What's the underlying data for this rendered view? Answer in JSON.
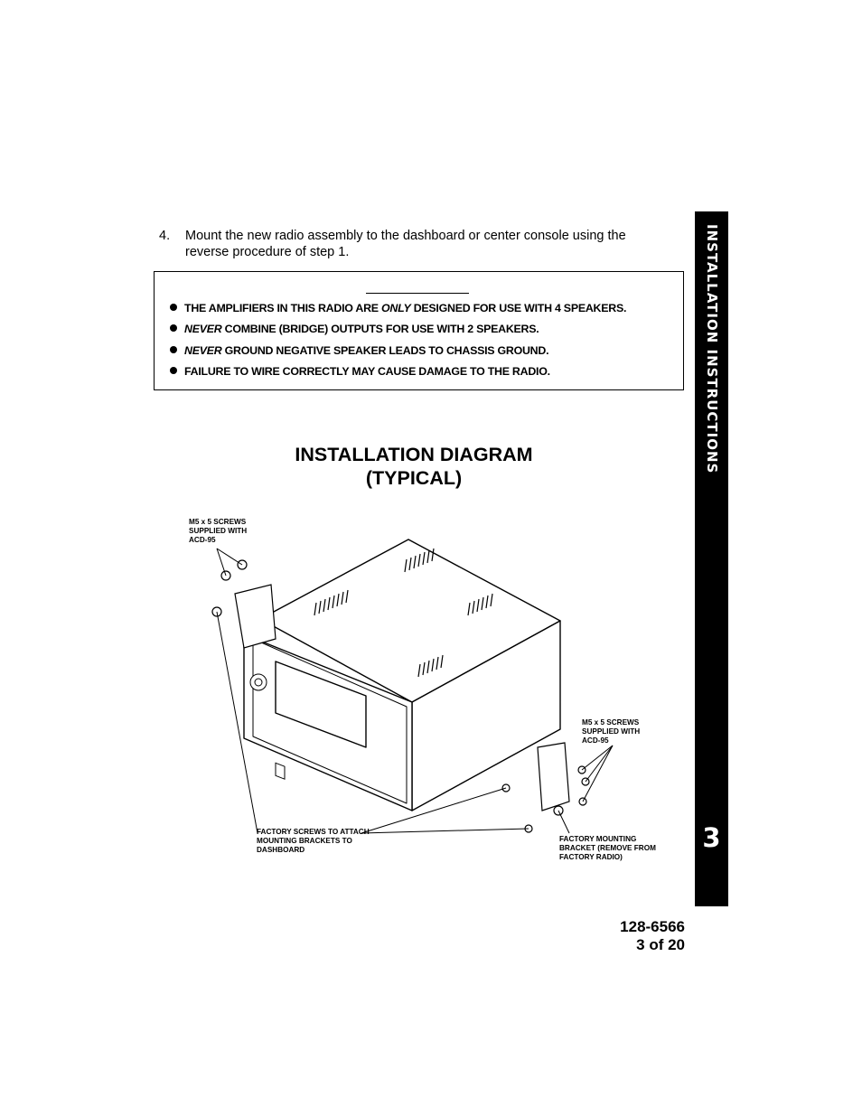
{
  "step": {
    "number": "4.",
    "text": "Mount the new radio assembly to the dashboard or center console using the reverse procedure of  step 1."
  },
  "warnings": [
    {
      "pre": "THE AMPLIFIERS IN THIS RADIO ARE ",
      "em": "ONLY",
      "post": " DESIGNED FOR USE WITH 4 SPEAKERS."
    },
    {
      "pre": "",
      "em": "NEVER",
      "post": " COMBINE (BRIDGE) OUTPUTS FOR USE WITH 2 SPEAKERS."
    },
    {
      "pre": "",
      "em": "NEVER",
      "post": " GROUND NEGATIVE SPEAKER LEADS TO CHASSIS GROUND."
    },
    {
      "pre": "FAILURE TO WIRE CORRECTLY MAY CAUSE DAMAGE TO THE RADIO.",
      "em": "",
      "post": ""
    }
  ],
  "diagram": {
    "title_line1": "INSTALLATION  DIAGRAM",
    "title_line2": "(TYPICAL)",
    "labels": {
      "screws_left": [
        "M5 x 5 SCREWS",
        "SUPPLIED WITH",
        "ACD-95"
      ],
      "screws_right": [
        "M5 x 5 SCREWS",
        "SUPPLIED WITH",
        "ACD-95"
      ],
      "factory_screws": [
        "FACTORY SCREWS TO ATTACH",
        "MOUNTING  BRACKETS  TO",
        "DASHBOARD"
      ],
      "factory_bracket": [
        "FACTORY MOUNTING",
        "BRACKET (REMOVE FROM",
        "FACTORY RADIO)"
      ]
    }
  },
  "sidebar": {
    "vertical_text": "INSTALLATION  INSTRUCTIONS",
    "page_number": "3"
  },
  "footer": {
    "doc_number": "128-6566",
    "page_of": "3 of 20"
  }
}
